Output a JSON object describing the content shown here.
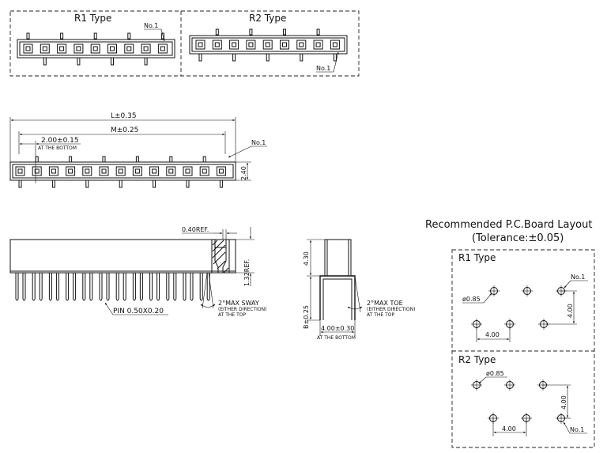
{
  "types": {
    "r1_label": "R1 Type",
    "r2_label": "R2 Type"
  },
  "pin1": "No.1",
  "front_view": {
    "dim_L": "L±0.35",
    "dim_M": "M±0.25",
    "dim_pitch": "2.00±0.15",
    "pitch_note": "AT THE BOTTOM",
    "height": "2.40"
  },
  "side_view": {
    "ref_040": "0.40REF.",
    "ref_132": "1.32REF.",
    "pin": "PIN 0.50X0.20",
    "sway_1": "2°MAX SWAY",
    "sway_2": "(EITHER DIRECTION)",
    "sway_3": "AT THE TOP"
  },
  "end_view": {
    "h_430": "4.30",
    "h_b": "B±0.25",
    "toe_1": "2°MAX TOE",
    "toe_2": "(EITHER DIRECTION)",
    "toe_3": "AT THE TOP",
    "w_400": "4.00±0.30",
    "w_note": "AT THE BOTTOM"
  },
  "pcb": {
    "title": "Recommended  P.C.Board Layout",
    "tolerance": "(Tolerance:±0.05)",
    "hole": "ø0.85",
    "spacing": "4.00"
  }
}
